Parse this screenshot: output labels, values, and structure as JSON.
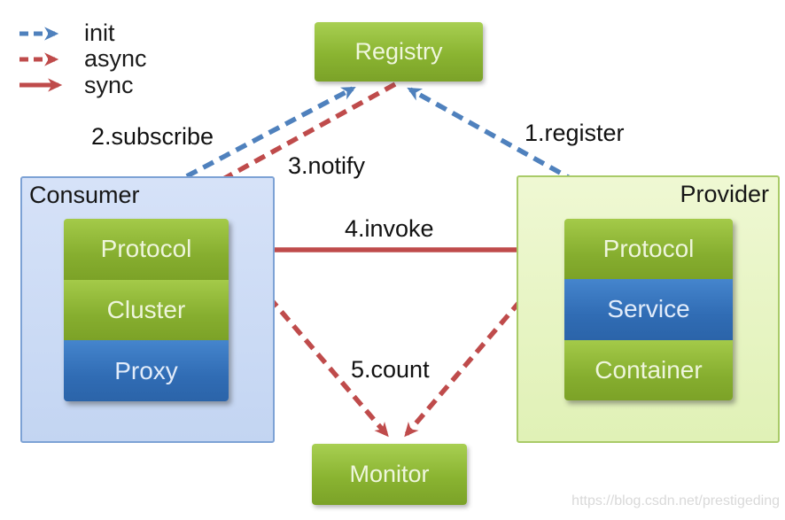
{
  "legend": {
    "items": [
      {
        "label": "init",
        "line": "dashed",
        "color": "#4f81bd"
      },
      {
        "label": "async",
        "line": "dashed",
        "color": "#bf4b4b"
      },
      {
        "label": "sync",
        "line": "solid",
        "color": "#bf4b4b"
      }
    ]
  },
  "nodes": {
    "registry": {
      "label": "Registry"
    },
    "monitor": {
      "label": "Monitor"
    },
    "consumer": {
      "title": "Consumer",
      "layers": [
        "Protocol",
        "Cluster",
        "Proxy"
      ]
    },
    "provider": {
      "title": "Provider",
      "layers": [
        "Protocol",
        "Service",
        "Container"
      ]
    }
  },
  "edges": {
    "register": {
      "label": "1.register",
      "type": "init"
    },
    "subscribe": {
      "label": "2.subscribe",
      "type": "init"
    },
    "notify": {
      "label": "3.notify",
      "type": "async"
    },
    "invoke": {
      "label": "4.invoke",
      "type": "sync"
    },
    "count": {
      "label": "5.count",
      "type": "async"
    }
  },
  "colors": {
    "init_arrow": "#4f81bd",
    "async_sync_arrow": "#bf4b4b",
    "green_box": "#86ae2f",
    "blue_box": "#306cb4",
    "consumer_panel_border": "#7da2d5",
    "provider_panel_border": "#a9cb68"
  },
  "watermark": {
    "text": "https://blog.csdn.net/prestigeding"
  }
}
